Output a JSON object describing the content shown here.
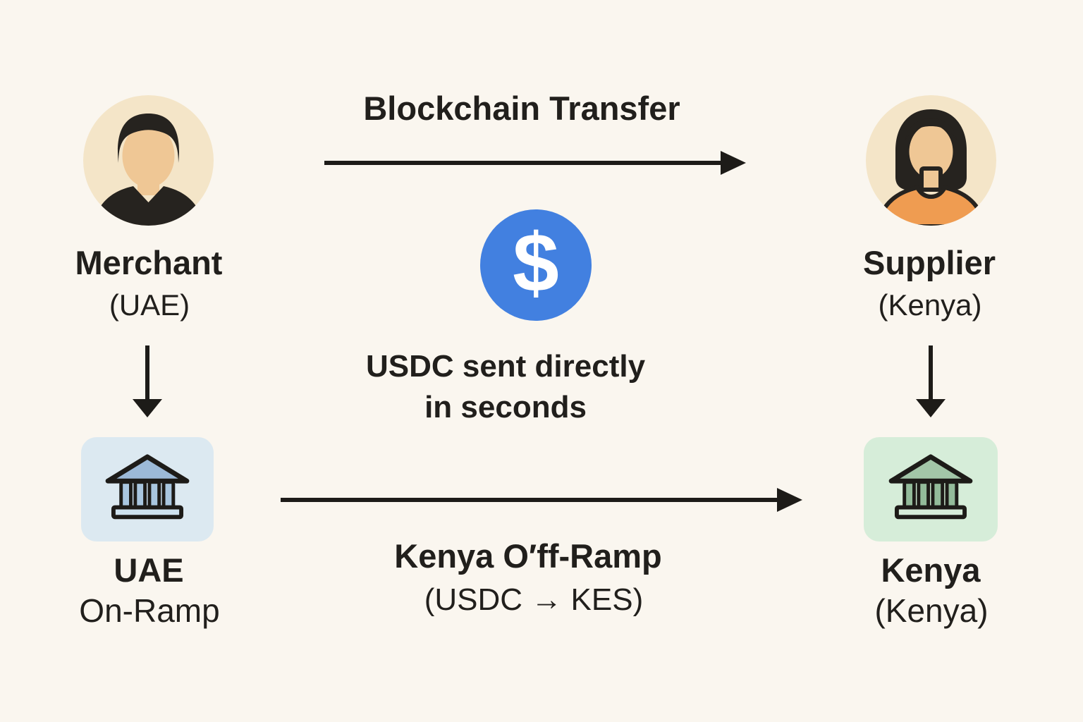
{
  "top_flow": {
    "label": "Blockchain Transfer"
  },
  "actors": {
    "merchant": {
      "name": "Merchant",
      "location": "(UAE)"
    },
    "supplier": {
      "name": "Supplier",
      "location": "(Kenya)"
    }
  },
  "coin": {
    "symbol": "$",
    "caption_line1": "USDC sent directly",
    "caption_line2": "in seconds"
  },
  "banks": {
    "uae": {
      "name": "UAE",
      "subtitle": "On-Ramp"
    },
    "kenya": {
      "name": "Kenya",
      "subtitle": "(Kenya)"
    }
  },
  "bottom_flow": {
    "title": "Kenya O′ff-Ramp",
    "subtitle": "(USDC → KES)"
  },
  "colors": {
    "background": "#faf6ef",
    "text": "#211f1c",
    "arrow": "#1d1b18",
    "coin_background": "#4280e0",
    "coin_symbol_color": "#ffffff",
    "avatar_background": "#f4e5c8",
    "skin": "#efc795",
    "hair": "#26231f",
    "merchant_shirt": "#26231f",
    "supplier_shirt": "#ef9c51",
    "uae_tile": "#dce9f1",
    "kenya_tile": "#d6edd9",
    "uae_bank": {
      "roof": "#9cb9d7",
      "column": "#a9c6df",
      "colonnade": "#c8dcec",
      "base": "#cfe2ef",
      "outline": "#1d1b18"
    },
    "kenya_bank": {
      "roof": "#a3c6a8",
      "column": "#93bb9a",
      "colonnade": "#c8e5cc",
      "base": "#d6ecd9",
      "outline": "#1d1b18"
    }
  }
}
